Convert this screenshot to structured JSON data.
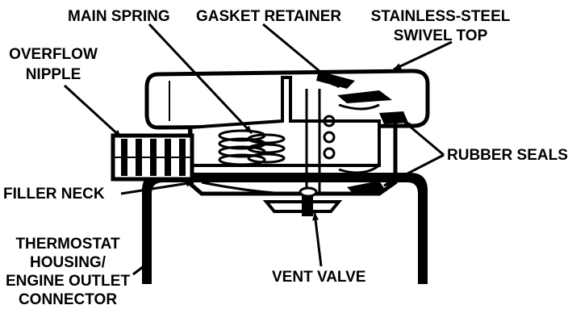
{
  "labels": {
    "main_spring": "MAIN SPRING",
    "gasket_retainer": "GASKET RETAINER",
    "stainless_line1": "STAINLESS-STEEL",
    "stainless_line2": "SWIVEL TOP",
    "overflow_line1": "OVERFLOW",
    "overflow_line2": "NIPPLE",
    "rubber_seals": "RUBBER SEALS",
    "filler_neck": "FILLER NECK",
    "thermostat_line1": "THERMOSTAT",
    "thermostat_line2": "HOUSING/",
    "thermostat_line3": "ENGINE OUTLET",
    "thermostat_line4": "CONNECTOR",
    "vent_valve": "VENT VALVE"
  },
  "colors": {
    "ink": "#000000",
    "paper": "#ffffff"
  }
}
